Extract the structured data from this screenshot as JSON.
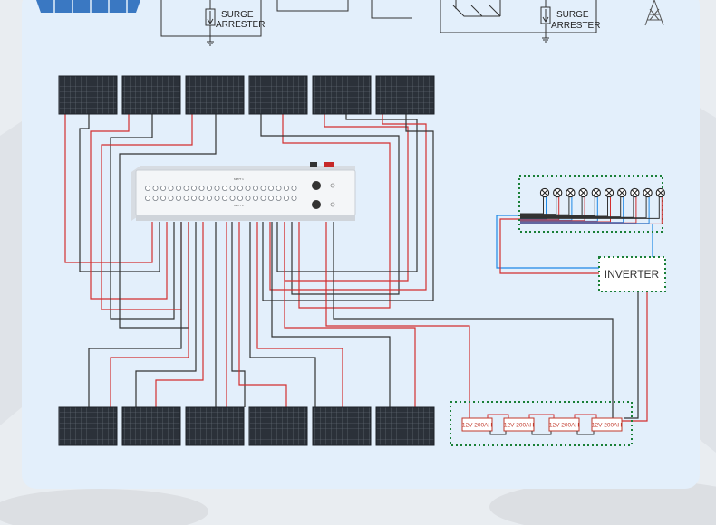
{
  "surge_arrester_left": {
    "line1": "SURGE",
    "line2": "ARRESTER"
  },
  "surge_arrester_right": {
    "line1": "SURGE",
    "line2": "ARRESTER"
  },
  "combiner": {
    "label_top": "MPPT 1",
    "label_bottom": "MPPT 2"
  },
  "inverter": {
    "label": "INVERTER"
  },
  "batteries": [
    {
      "label": "12V 200AH"
    },
    {
      "label": "12V 200AH"
    },
    {
      "label": "12V 200AH"
    },
    {
      "label": "12V 200AH"
    }
  ],
  "loads": {
    "count": 10
  },
  "colors": {
    "positive": "#d32f2f",
    "negative": "#333333",
    "ac_line": "#1e88e5",
    "enclosure": "#1a7f37",
    "panel": "#2a3038"
  }
}
